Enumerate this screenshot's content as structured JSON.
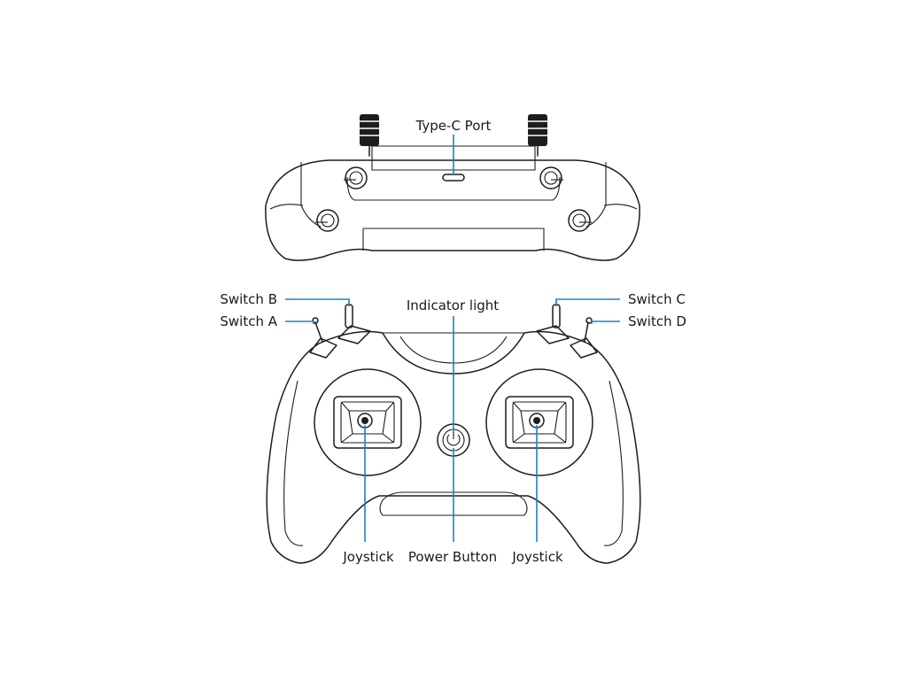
{
  "labels": {
    "type_c_port": "Type-C Port",
    "switch_b": "Switch B",
    "switch_a": "Switch A",
    "indicator_light": "Indicator light",
    "switch_c": "Switch C",
    "switch_d": "Switch D",
    "joystick_left": "Joystick",
    "power_button": "Power Button",
    "joystick_right": "Joystick"
  },
  "colors": {
    "leader_line": "#1b84c5",
    "outline": "#1d1d1d"
  }
}
